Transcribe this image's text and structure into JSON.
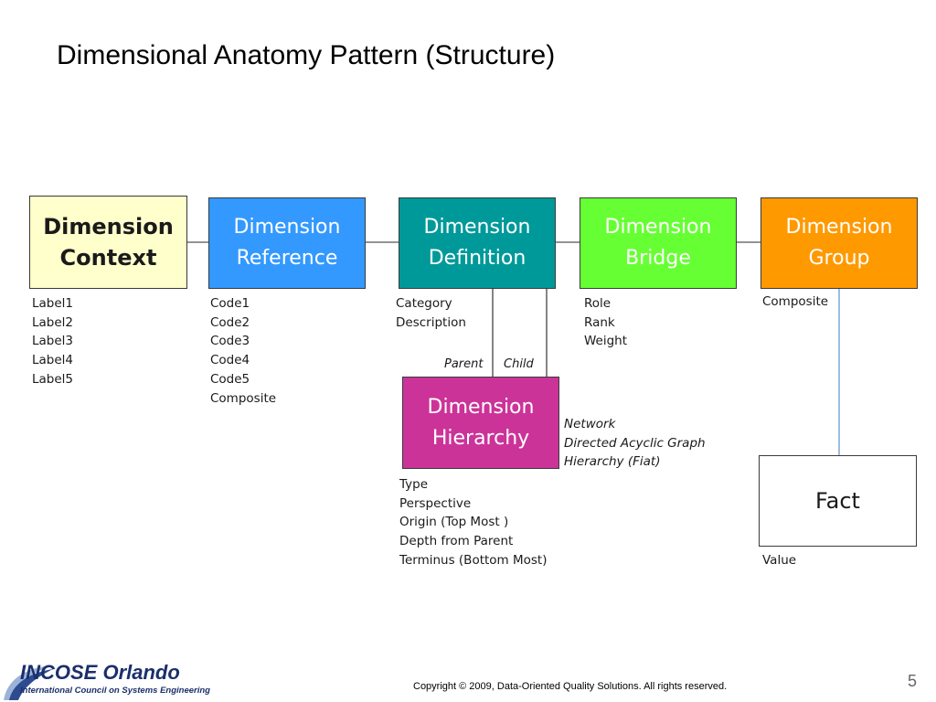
{
  "slide": {
    "title": "Dimensional Anatomy Pattern (Structure)",
    "copyright": "Copyright © 2009, Data-Oriented Quality Solutions.  All rights reserved.",
    "page_number": "5",
    "logo": {
      "main": "INCOSE Orlando",
      "sub": "International Council on Systems Engineering"
    }
  },
  "boxes": {
    "context": {
      "line1": "Dimension",
      "line2": "Context",
      "color": "#ffffcc"
    },
    "reference": {
      "line1": "Dimension",
      "line2": "Reference",
      "color": "#3399ff"
    },
    "definition": {
      "line1": "Dimension",
      "line2": "Definition",
      "color": "#009999"
    },
    "bridge": {
      "line1": "Dimension",
      "line2": "Bridge",
      "color": "#66ff33"
    },
    "group": {
      "line1": "Dimension",
      "line2": "Group",
      "color": "#ff9900"
    },
    "hierarchy": {
      "line1": "Dimension",
      "line2": "Hierarchy",
      "color": "#cc3399"
    },
    "fact": {
      "line1": "Fact",
      "color": "#ffffff"
    }
  },
  "attributes": {
    "context": [
      "Label1",
      "Label2",
      "Label3",
      "Label4",
      "Label5"
    ],
    "reference": [
      "Code1",
      "Code2",
      "Code3",
      "Code4",
      "Code5",
      "Composite"
    ],
    "definition": [
      "Category",
      "Description"
    ],
    "bridge": [
      "Role",
      "Rank",
      "Weight"
    ],
    "group": [
      "Composite"
    ],
    "hierarchy": [
      "Type",
      "Perspective",
      "Origin (Top Most )",
      "Depth from Parent",
      "Terminus (Bottom  Most)"
    ],
    "hierarchy_types": [
      "Network",
      "Directed  Acyclic Graph",
      "Hierarchy  (Fiat)"
    ],
    "fact": [
      "Value"
    ]
  },
  "edge_labels": {
    "parent": "Parent",
    "child": "Child"
  }
}
